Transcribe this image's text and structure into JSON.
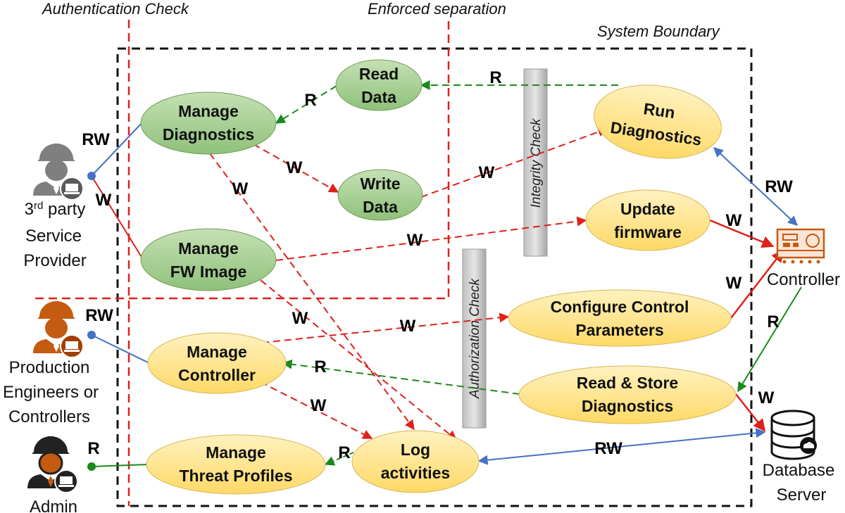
{
  "regions": {
    "authentication": "Authentication Check",
    "separation": "Enforced separation",
    "boundary": "System Boundary"
  },
  "checks": {
    "integrity": "Integrity Check",
    "authorization": "Authorization Check"
  },
  "use_cases": {
    "read_data": [
      "Read",
      "Data"
    ],
    "write_data": [
      "Write",
      "Data"
    ],
    "manage_diagnostics": [
      "Manage",
      "Diagnostics"
    ],
    "manage_fw": [
      "Manage",
      "FW Image"
    ],
    "run_diagnostics": [
      "Run",
      "Diagnostics"
    ],
    "update_firmware": [
      "Update",
      "firmware"
    ],
    "configure": [
      "Configure Control",
      "Parameters"
    ],
    "read_store": [
      "Read & Store",
      "Diagnostics"
    ],
    "manage_controller": [
      "Manage",
      "Controller"
    ],
    "manage_threat": [
      "Manage",
      "Threat Profiles"
    ],
    "log_activities": [
      "Log",
      "activities"
    ]
  },
  "actors": {
    "third_party": {
      "sup": "rd",
      "lines": [
        "3",
        " party",
        "Service",
        "Provider"
      ]
    },
    "production": {
      "lines": [
        "Production",
        "Engineers or",
        "Controllers"
      ]
    },
    "admin": {
      "lines": [
        "Admin"
      ]
    },
    "controller": {
      "lines": [
        "Controller"
      ]
    },
    "database": {
      "lines": [
        "Database",
        "Server"
      ]
    }
  },
  "edge_labels": {
    "rw": "RW",
    "w": "W",
    "r": "R"
  },
  "colors": {
    "green_fill": "#a9d18e",
    "yellow_fill": "#ffe699",
    "red": "#e0201b",
    "green": "#1a8a1a",
    "blue": "#4472c4",
    "actor_gray": "#7f7f7f",
    "actor_orange": "#c55a11",
    "actor_black": "#222222"
  }
}
